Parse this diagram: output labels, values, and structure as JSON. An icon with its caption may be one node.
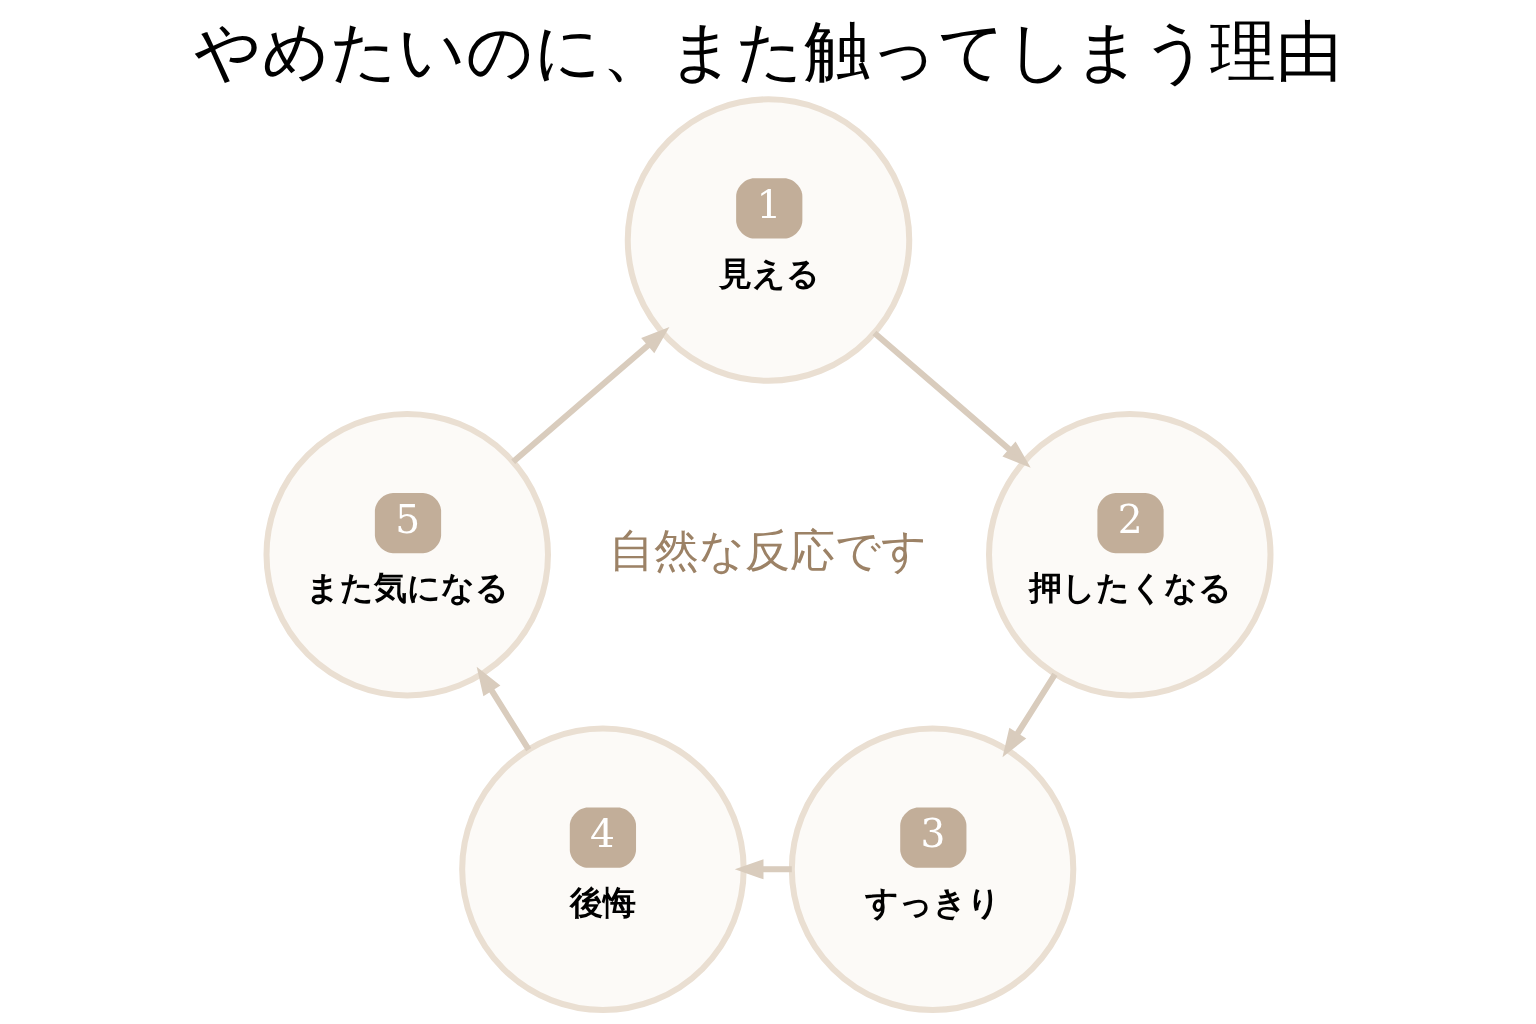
{
  "diagram": {
    "title": "やめたいのに、また触ってしまう理由",
    "nodes": [
      {
        "text": [
          "1",
          "見える"
        ]
      },
      {
        "text": [
          "2",
          "押したくなる"
        ]
      },
      {
        "text": [
          "3",
          "すっきり"
        ]
      },
      {
        "text": [
          "4",
          "後悔"
        ]
      },
      {
        "text": [
          "5",
          "また気になる"
        ]
      }
    ],
    "edges": [
      {
        "from": 0,
        "to": 1,
        "arrow": "to"
      },
      {
        "from": 1,
        "to": 2,
        "arrow": "to"
      },
      {
        "from": 2,
        "to": 3,
        "arrow": "to"
      },
      {
        "from": 3,
        "to": 4,
        "arrow": "to"
      },
      {
        "from": 4,
        "to": 0,
        "arrow": "to"
      }
    ],
    "labels": [
      "自然な反応です"
    ]
  }
}
